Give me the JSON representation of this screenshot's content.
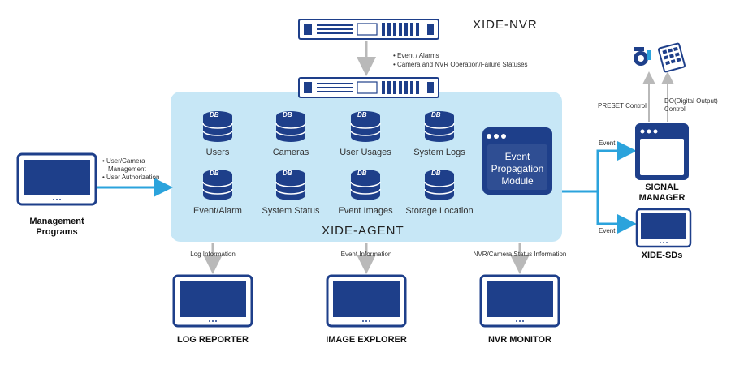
{
  "nvr": {
    "title": "XIDE-NVR"
  },
  "flows": {
    "nvr_to_agent": [
      "Event / Alarms",
      "Camera and NVR Operation/Failure Statuses"
    ],
    "mgmt_to_agent": [
      "User/Camera",
      "Management",
      "User Authorization"
    ]
  },
  "agent": {
    "title": "XIDE-AGENT",
    "db_badge": "DB",
    "databases": [
      "Users",
      "Cameras",
      "User Usages",
      "System Logs",
      "Event/Alarm",
      "System Status",
      "Event Images",
      "Storage Location"
    ],
    "module": [
      "Event",
      "Propagation",
      "Module"
    ]
  },
  "management": {
    "label_line1": "Management",
    "label_line2": "Programs"
  },
  "signal_manager": {
    "label_line1": "SIGNAL",
    "label_line2": "MANAGER",
    "preset_label": "PRESET Control",
    "do_label_line1": "DO(Digital Output)",
    "do_label_line2": "Control"
  },
  "events": {
    "to_signal": "Event",
    "to_sds": "Event"
  },
  "sds": {
    "label": "XIDE-SDs"
  },
  "bottom": [
    {
      "info": "Log Information",
      "label": "LOG REPORTER"
    },
    {
      "info": "Event Information",
      "label": "IMAGE EXPLORER"
    },
    {
      "info": "NVR/Camera Status Information",
      "label": "NVR MONITOR"
    }
  ],
  "colors": {
    "agent_bg": "#c7e7f6",
    "navy": "#1e3f8a",
    "accent": "#2ba3dc",
    "gray_arrow": "#b9b9b9"
  }
}
